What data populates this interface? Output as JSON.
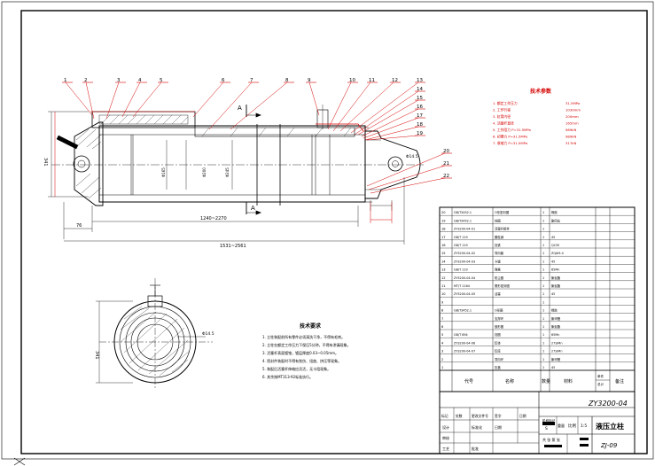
{
  "colors": {
    "line": "#000000",
    "annotation": "#d40000",
    "background": "#ffffff"
  },
  "balloons": [
    "1",
    "2",
    "3",
    "4",
    "5",
    "6",
    "7",
    "8",
    "9",
    "10",
    "11",
    "12",
    "13",
    "14",
    "15",
    "16",
    "17",
    "18",
    "19",
    "20",
    "21",
    "22"
  ],
  "dims": {
    "left_height": "341",
    "offset_76": "76",
    "stroke": "1240~2270",
    "total": "1531~2561",
    "phi_a": "Φ14.5",
    "phi_b": "Φ14.5",
    "section_A_top": "A",
    "section_A_bottom": "A",
    "rod_dia": "Φ165",
    "bore_dia": "Φ200",
    "gland_dia": "Φ245",
    "end_view_width": "341",
    "end_view_hole": "Φ14.5"
  },
  "tech_params": {
    "title": "技术参数",
    "rows": [
      {
        "label": "1. 额定工作压力",
        "value": "31.5MPa"
      },
      {
        "label": "2. 工作行程",
        "value": "1030mm"
      },
      {
        "label": "3. 缸筒内径",
        "value": "200mm"
      },
      {
        "label": "4. 活塞杆直径",
        "value": "165mm"
      },
      {
        "label": "5. 工作阻力 P=31.5MPa",
        "value": "989kN"
      },
      {
        "label": "6. 初撑力 P=31.5MPa",
        "value": "989kN"
      },
      {
        "label": "7. 收缩力 P=31.5MPa",
        "value": "317kN"
      }
    ]
  },
  "tech_req": {
    "title": "技术要求",
    "lines": [
      "1. 立柱装配前所有零件必须清洗干净，不得有毛刺。",
      "2. 立柱在额定工作压力下保压5分钟，不得有渗漏现象。",
      "3. 活塞杆表面镀铬，镀层厚度0.03~0.05mm。",
      "4. 密封件装配时不得有划伤、扭曲、挤压等现象。",
      "5. 装配后活塞杆伸缩应灵活，无卡阻现象。",
      "6. 其余按MT313-92标准执行。"
    ]
  },
  "bom": {
    "header": {
      "code": "代号",
      "name": "名称",
      "qty": "数量",
      "material": "材料",
      "single": "单件",
      "total": "总计",
      "remark": "备注"
    },
    "rows": [
      {
        "code": "GB/T3452.1",
        "name": "O形密封圈",
        "qty": "1",
        "material": "橡胶"
      },
      {
        "code": "GB/T3452.1",
        "name": "挡圈",
        "qty": "1",
        "material": "聚四氟"
      },
      {
        "code": "ZY3200-04-01",
        "name": "活塞杆组件",
        "qty": "1",
        "material": ""
      },
      {
        "code": "GB/T 119",
        "name": "圆柱销",
        "qty": "1",
        "material": "45"
      },
      {
        "code": "GB/T 119",
        "name": "挡铁",
        "qty": "1",
        "material": "Q235"
      },
      {
        "code": "ZY3200-04-02",
        "name": "导向套",
        "qty": "1",
        "material": "ZQAl9-4"
      },
      {
        "code": "ZY3200-04-03",
        "name": "卡键",
        "qty": "1",
        "material": "45"
      },
      {
        "code": "GB/T 119",
        "name": "弹簧",
        "qty": "1",
        "material": "65Mn"
      },
      {
        "code": "ZY3200-04-04",
        "name": "防尘圈",
        "qty": "1",
        "material": "聚氨酯"
      },
      {
        "code": "MT/T 1164",
        "name": "蕾形密封圈",
        "qty": "1",
        "material": "聚氨酯"
      },
      {
        "code": "ZY3200-04-05",
        "name": "活塞",
        "qty": "1",
        "material": "45"
      },
      {
        "code": "",
        "name": "",
        "qty": "1",
        "material": ""
      },
      {
        "code": "GB/T3452.1",
        "name": "O形圈",
        "qty": "1",
        "material": "橡胶"
      },
      {
        "code": "",
        "name": "支撑环",
        "qty": "1",
        "material": "聚甲醛"
      },
      {
        "code": "",
        "name": "鼓形圈",
        "qty": "1",
        "material": "聚氨酯"
      },
      {
        "code": "GB/T 894",
        "name": "挡圈",
        "qty": "1",
        "material": "65Mn"
      },
      {
        "code": "ZY3200-04-06",
        "name": "缸体",
        "qty": "1",
        "material": "27SiMn"
      },
      {
        "code": "ZY3200-04-07",
        "name": "缸底",
        "qty": "1",
        "material": "27SiMn"
      },
      {
        "code": "",
        "name": "导向环",
        "qty": "1",
        "material": "聚甲醛"
      },
      {
        "code": "",
        "name": "压盖",
        "qty": "1",
        "material": "45"
      }
    ]
  },
  "title_block": {
    "drawing_no": "ZY3200-04",
    "part_name": "液压立柱",
    "school": "ZJ-09",
    "scale_label": "比例",
    "scale": "1:5",
    "weight_label": "重量",
    "sheet": "共  张  第  张",
    "designer_label": "设计",
    "check_label": "审核",
    "std_label": "标准化",
    "process_label": "工艺",
    "approve_label": "批准",
    "date_label": "日期",
    "rev_labels": [
      "标记",
      "处数",
      "更改文件号",
      "签字",
      "日期"
    ],
    "stage_label": "阶段标记",
    "stage": "S"
  }
}
